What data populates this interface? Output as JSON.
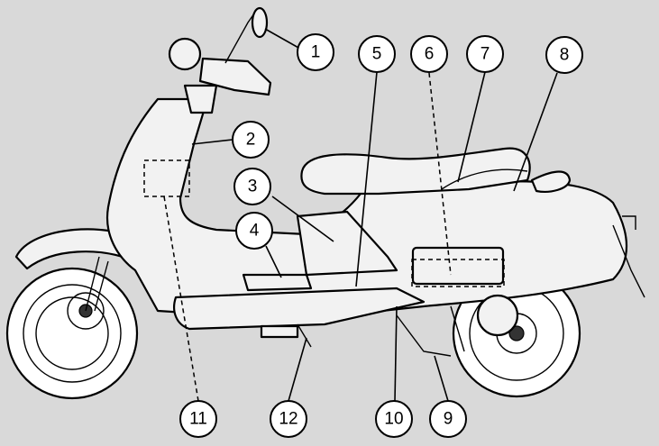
{
  "diagram": {
    "colors": {
      "background": "#d9d9d9",
      "body": "#f2f2f2",
      "callout_fill": "#ffffff",
      "line": "#000000"
    },
    "callouts": [
      {
        "id": "c1",
        "label": "1"
      },
      {
        "id": "c2",
        "label": "2"
      },
      {
        "id": "c3",
        "label": "3"
      },
      {
        "id": "c4",
        "label": "4"
      },
      {
        "id": "c5",
        "label": "5"
      },
      {
        "id": "c6",
        "label": "6"
      },
      {
        "id": "c7",
        "label": "7"
      },
      {
        "id": "c8",
        "label": "8"
      },
      {
        "id": "c9",
        "label": "9"
      },
      {
        "id": "c10",
        "label": "10"
      },
      {
        "id": "c11",
        "label": "11"
      },
      {
        "id": "c12",
        "label": "12"
      }
    ]
  }
}
